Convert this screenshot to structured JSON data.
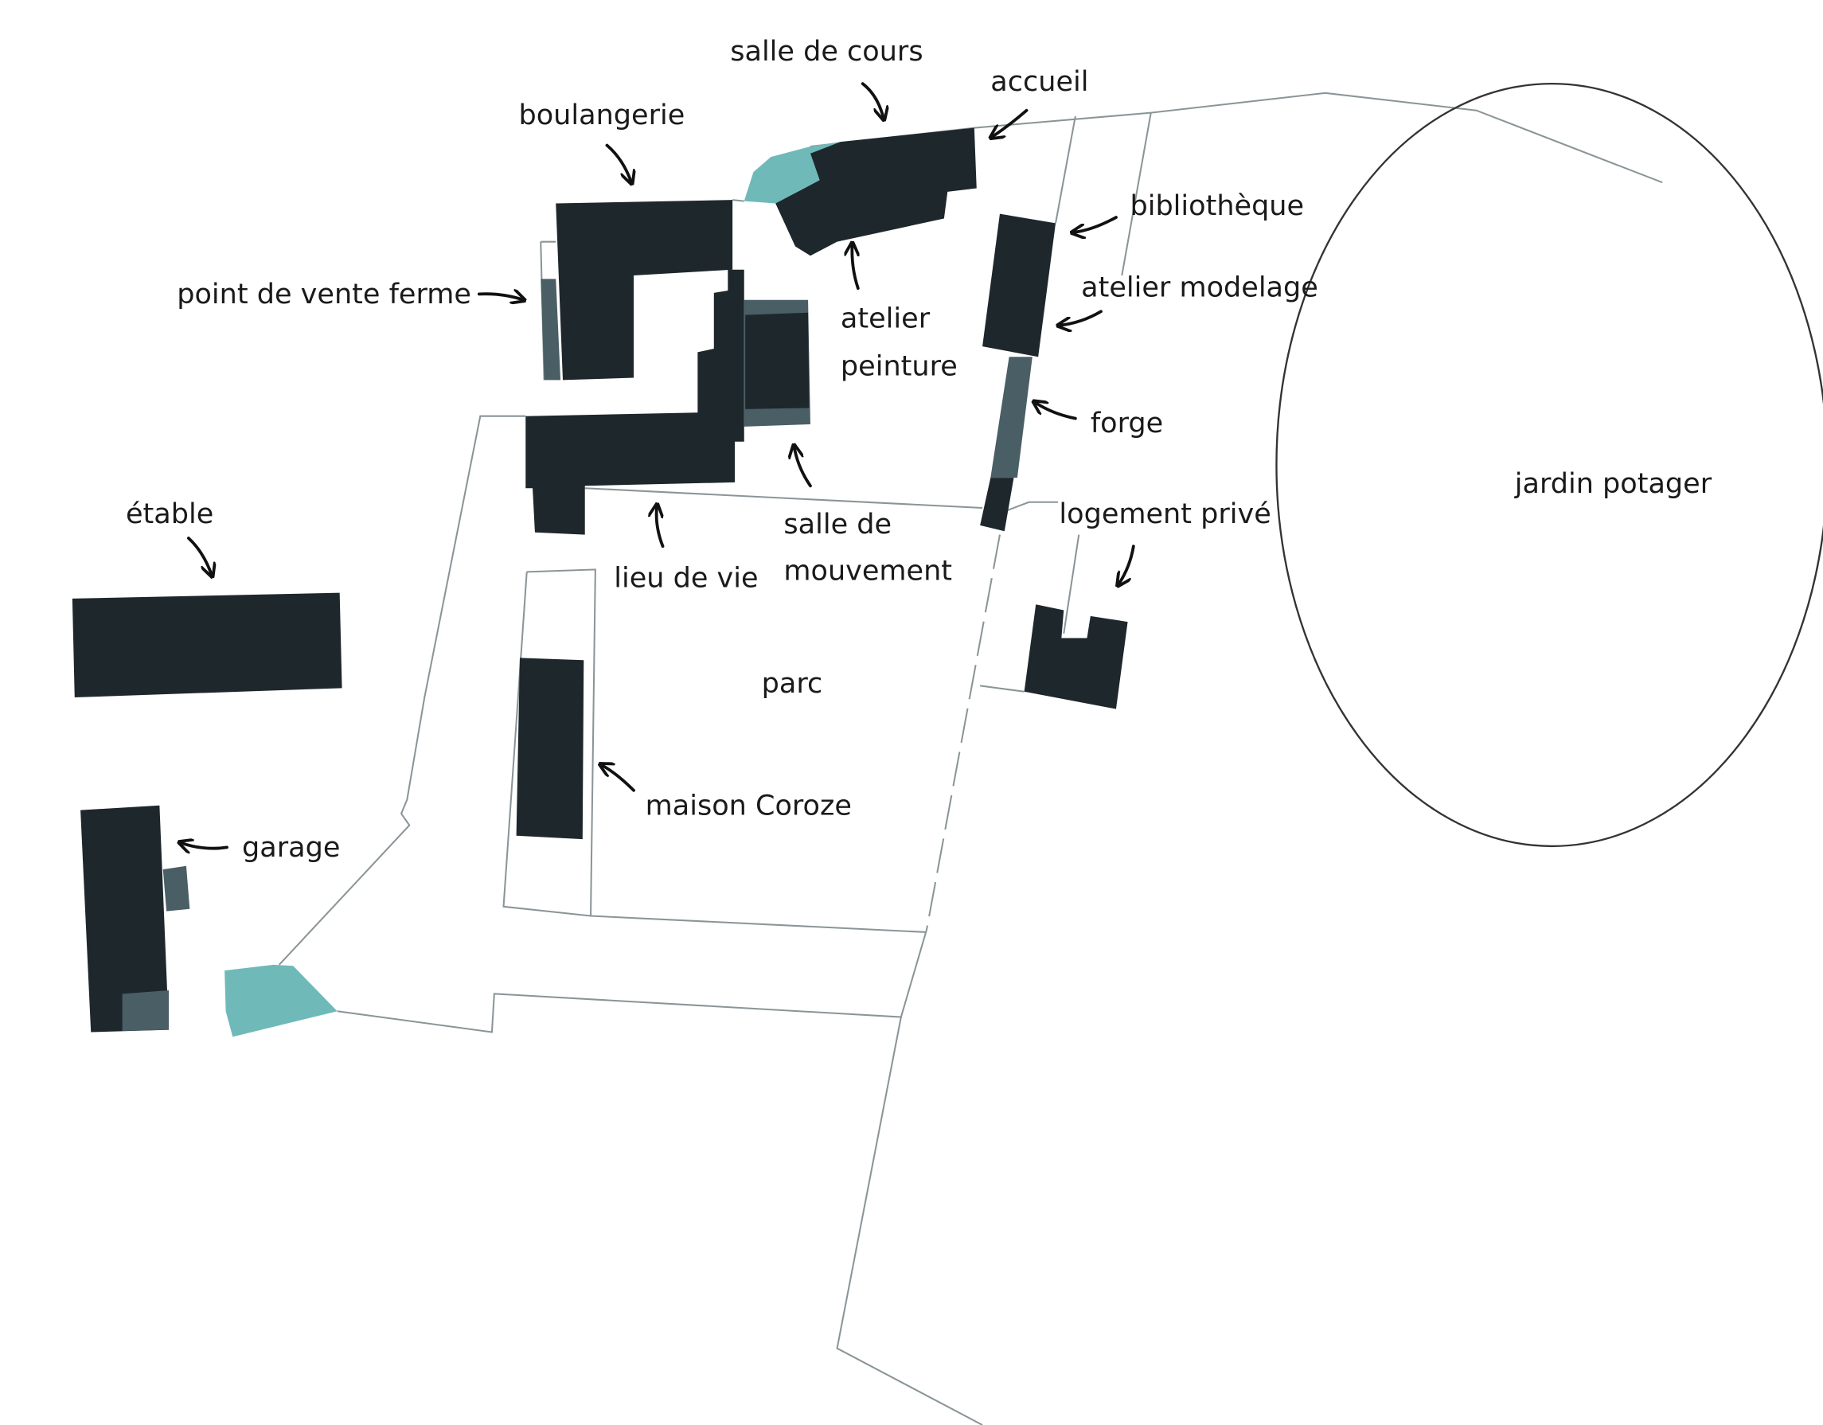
{
  "colors": {
    "building": "#1e272c",
    "annex": "#4a5e66",
    "water": "#6fb9b9",
    "lines": "#8a9598"
  },
  "labels": {
    "salle_de_cours": "salle de cours",
    "accueil": "accueil",
    "boulangerie": "boulangerie",
    "bibliotheque": "bibliothèque",
    "atelier_modelage": "atelier modelage",
    "point_de_vente": "point de vente ferme",
    "atelier_peinture_1": "atelier",
    "atelier_peinture_2": "peinture",
    "forge": "forge",
    "salle_mouvement_1": "salle de",
    "salle_mouvement_2": "mouvement",
    "logement": "logement privé",
    "jardin": "jardin potager",
    "etable": "étable",
    "lieu_de_vie": "lieu de vie",
    "parc": "parc",
    "maison": "maison Coroze",
    "garage": "garage"
  }
}
